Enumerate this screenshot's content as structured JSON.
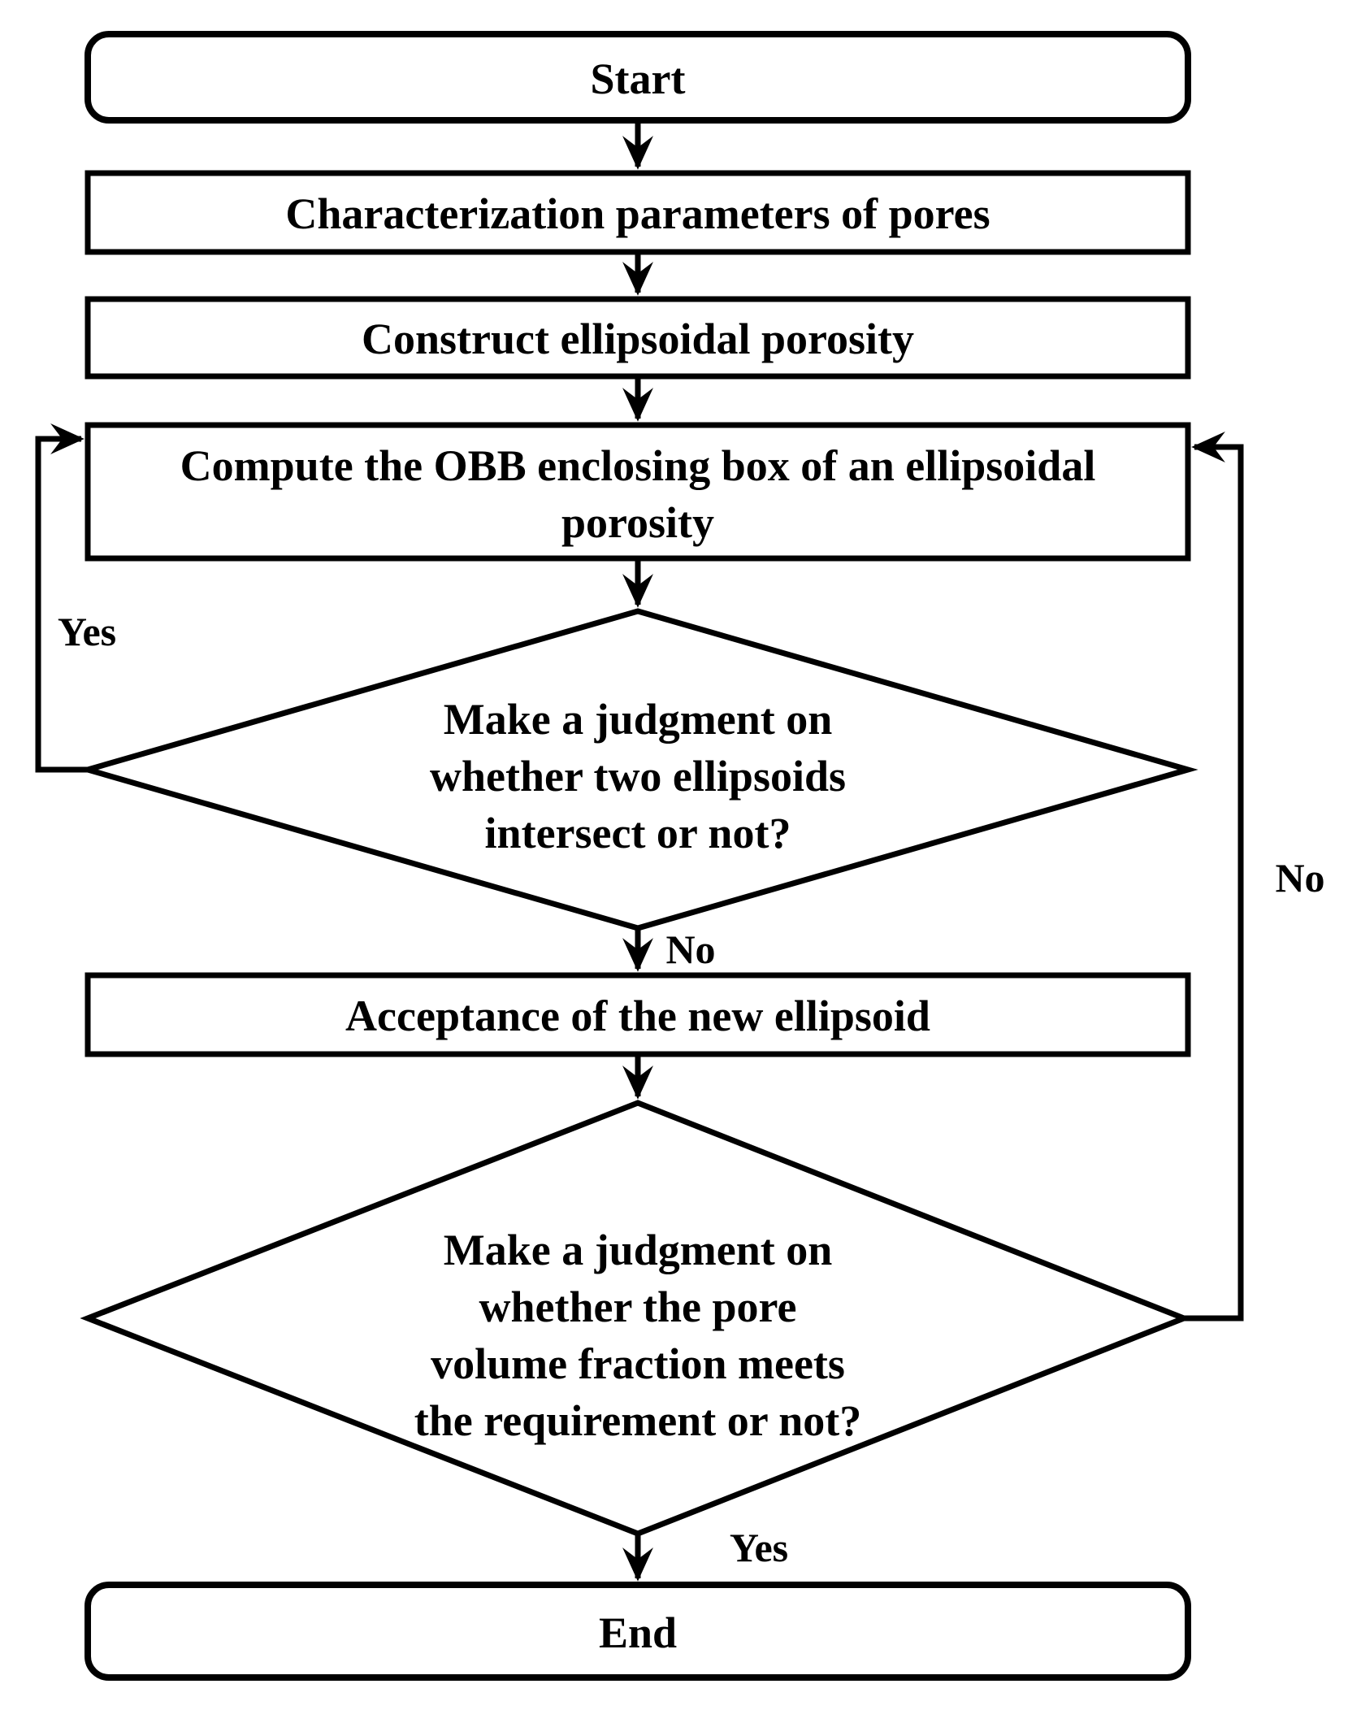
{
  "figure": {
    "type": "flowchart",
    "colors": {
      "background": "#ffffff",
      "stroke": "#000000",
      "text": "#000000"
    },
    "nodes": {
      "start": {
        "shape": "terminator",
        "label": "Start"
      },
      "characterization": {
        "shape": "process",
        "label": "Characterization parameters of pores"
      },
      "construct": {
        "shape": "process",
        "label": "Construct ellipsoidal porosity"
      },
      "compute_obb": {
        "shape": "process",
        "lines": [
          "Compute the OBB enclosing box of an ellipsoidal",
          "porosity"
        ]
      },
      "decision_intersect": {
        "shape": "decision",
        "lines": [
          "Make a judgment on",
          "whether two ellipsoids",
          "intersect or not?"
        ]
      },
      "acceptance": {
        "shape": "process",
        "label": "Acceptance of the new ellipsoid"
      },
      "decision_volume_fraction": {
        "shape": "decision",
        "lines": [
          "Make a judgment on",
          "whether the pore",
          "volume fraction meets",
          "the requirement or not?"
        ]
      },
      "end": {
        "shape": "terminator",
        "label": "End"
      }
    },
    "edge_labels": {
      "intersect_yes_loop": "Yes",
      "intersect_no_down": "No",
      "volume_no_loop": "No",
      "volume_yes_down": "Yes"
    }
  }
}
